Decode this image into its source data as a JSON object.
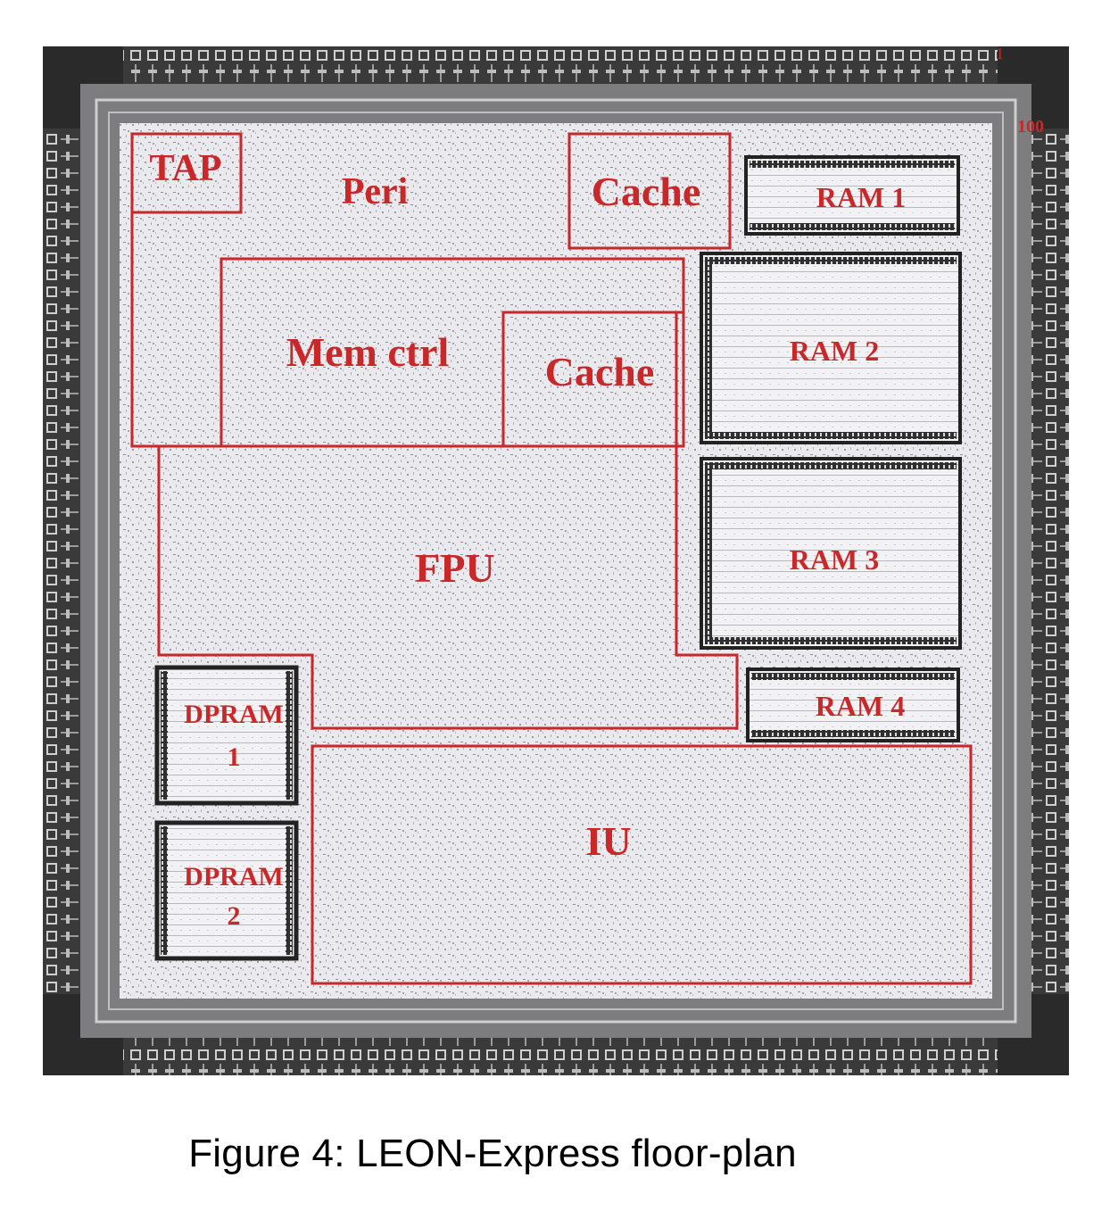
{
  "pin_markers": {
    "top_right": "1",
    "right_top": "100"
  },
  "blocks": {
    "tap": "TAP",
    "peri": "Peri",
    "cache_top": "Cache",
    "ram1": "RAM 1",
    "mem_ctrl": "Mem ctrl",
    "cache_mid": "Cache",
    "ram2": "RAM 2",
    "fpu": "FPU",
    "ram3": "RAM 3",
    "dpram1_line1": "DPRAM",
    "dpram1_line2": "1",
    "ram4": "RAM 4",
    "iu": "IU",
    "dpram2_line1": "DPRAM",
    "dpram2_line2": "2"
  },
  "colors": {
    "outline": "#c8282a",
    "die_ring": "#2a2a2a",
    "core": "#e6e6ea"
  },
  "caption": "Figure 4: LEON-Express floor-plan"
}
